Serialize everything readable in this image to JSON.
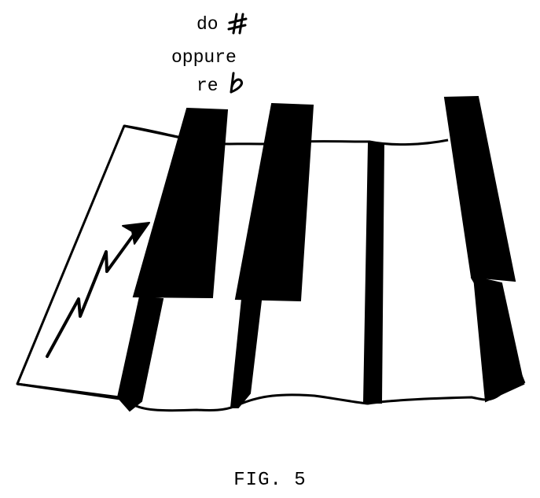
{
  "labels": {
    "do": "do",
    "oppure": "oppure",
    "re": "re"
  },
  "symbols": {
    "sharp": "sharp-symbol",
    "flat": "flat-symbol"
  },
  "caption": "FIG. 5",
  "colors": {
    "ink": "#000000",
    "paper": "#ffffff"
  }
}
